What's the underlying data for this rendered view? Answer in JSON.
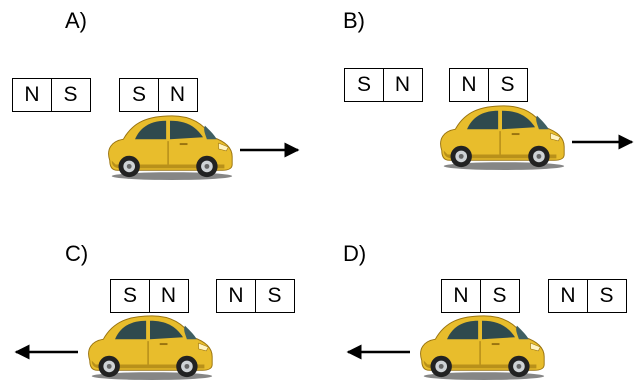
{
  "panels": [
    {
      "label": "A)",
      "magnet_left": [
        "N",
        "S"
      ],
      "magnet_on_car": [
        "S",
        "N"
      ],
      "motion": "right"
    },
    {
      "label": "B)",
      "magnet_left": [
        "S",
        "N"
      ],
      "magnet_on_car": [
        "N",
        "S"
      ],
      "motion": "right"
    },
    {
      "label": "C)",
      "magnet_on_car": [
        "S",
        "N"
      ],
      "magnet_right": [
        "N",
        "S"
      ],
      "motion": "left"
    },
    {
      "label": "D)",
      "magnet_on_car": [
        "N",
        "S"
      ],
      "magnet_right": [
        "N",
        "S"
      ],
      "motion": "left"
    }
  ],
  "colors": {
    "car_body": "#e8bd2c",
    "car_shadow": "#b8901a",
    "window": "#2f4a4e",
    "line": "#000000"
  }
}
